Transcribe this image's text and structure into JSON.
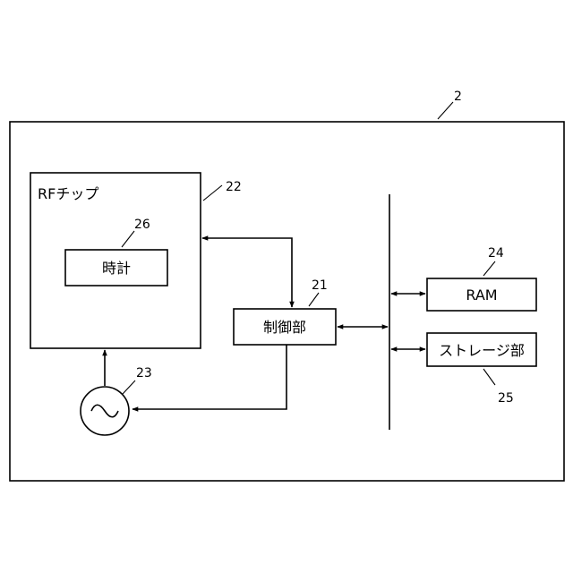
{
  "diagram": {
    "device_ref": "2",
    "rf_chip": {
      "label": "RFチップ",
      "ref": "22"
    },
    "clock": {
      "label": "時計",
      "ref": "26"
    },
    "controller": {
      "label": "制御部",
      "ref": "21"
    },
    "oscillator": {
      "symbol": "∼",
      "ref": "23"
    },
    "ram": {
      "label": "RAM",
      "ref": "24"
    },
    "storage": {
      "label": "ストレージ部",
      "ref": "25"
    }
  }
}
